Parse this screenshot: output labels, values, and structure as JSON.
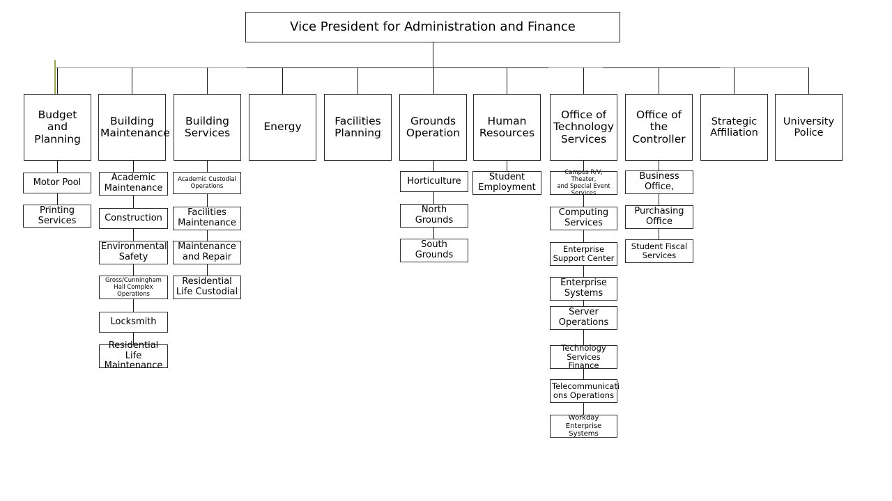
{
  "chart": {
    "title": "Vice President for Administration and Finance",
    "type": "org-chart",
    "root": {
      "label": "Vice President for Administration and Finance"
    },
    "divisions": [
      {
        "id": "budget-and-planning",
        "label": "Budget\nand\nPlanning",
        "children": [
          {
            "id": "motor-pool",
            "label": "Motor Pool"
          },
          {
            "id": "printing-services",
            "label": "Printing\nServices"
          }
        ]
      },
      {
        "id": "building-maintenance",
        "label": "Building\nMaintenance",
        "children": [
          {
            "id": "academic-maintenance",
            "label": "Academic\nMaintenance"
          },
          {
            "id": "construction",
            "label": "Construction"
          },
          {
            "id": "environmental-safety",
            "label": "Environmental\nSafety"
          },
          {
            "id": "gross-cunningham-hall-complex-operations",
            "label": "Gross/Cunningham\nHall Complex\nOperations"
          },
          {
            "id": "locksmith",
            "label": "Locksmith"
          },
          {
            "id": "residential-life-maintenance",
            "label": "Residential Life\nMaintenance"
          }
        ]
      },
      {
        "id": "building-services",
        "label": "Building\nServices",
        "children": [
          {
            "id": "academic-custodial-operations",
            "label": "Academic Custodial\nOperations"
          },
          {
            "id": "facilities-maintenance",
            "label": "Facilities\nMaintenance"
          },
          {
            "id": "maintenance-and-repair",
            "label": "Maintenance\nand Repair"
          },
          {
            "id": "residential-life-custodial",
            "label": "Residential\nLife Custodial"
          }
        ]
      },
      {
        "id": "energy",
        "label": "Energy",
        "children": []
      },
      {
        "id": "facilities-planning",
        "label": "Facilities\nPlanning",
        "children": []
      },
      {
        "id": "grounds-operation",
        "label": "Grounds\nOperation",
        "children": [
          {
            "id": "horticulture",
            "label": "Horticulture"
          },
          {
            "id": "north-grounds",
            "label": "North\nGrounds"
          },
          {
            "id": "south-grounds",
            "label": "South\nGrounds"
          }
        ]
      },
      {
        "id": "human-resources",
        "label": "Human\nResources",
        "children": [
          {
            "id": "student-employment",
            "label": "Student\nEmployment"
          }
        ]
      },
      {
        "id": "office-of-technology-services",
        "label": "Office of\nTechnology\nServices",
        "children": [
          {
            "id": "campus-rv-theater-and-special-event-services",
            "label": "Campus R/V, Theater,\nand Special Event\nServices"
          },
          {
            "id": "computing-services",
            "label": "Computing\nServices"
          },
          {
            "id": "enterprise-support-center",
            "label": "Enterprise\nSupport Center"
          },
          {
            "id": "enterprise-systems",
            "label": "Enterprise\nSystems"
          },
          {
            "id": "server-operations",
            "label": "Server\nOperations"
          },
          {
            "id": "technology-services-finance",
            "label": "Technology\nServices Finance"
          },
          {
            "id": "telecommunications-operations",
            "label": "Telecommunicati\nons Operations"
          },
          {
            "id": "workday-enterprise-systems",
            "label": "Workday Enterprise\nSystems"
          }
        ]
      },
      {
        "id": "office-of-the-controller",
        "label": "Office of\nthe\nController",
        "children": [
          {
            "id": "business-office",
            "label": "Business\nOffice,"
          },
          {
            "id": "purchasing-office",
            "label": "Purchasing\nOffice"
          },
          {
            "id": "student-fiscal-services",
            "label": "Student Fiscal\nServices"
          }
        ]
      },
      {
        "id": "strategic-affiliation",
        "label": "Strategic\nAffiliation",
        "children": []
      },
      {
        "id": "university-police",
        "label": "University\nPolice",
        "children": []
      }
    ],
    "colors": {
      "box_border": "#2b2b2b",
      "connector": "#1a1a1a",
      "connector_faded": "#8a8a8a",
      "highlight_connector": "#9aab3c",
      "background": "#ffffff",
      "text": "#000000"
    }
  }
}
